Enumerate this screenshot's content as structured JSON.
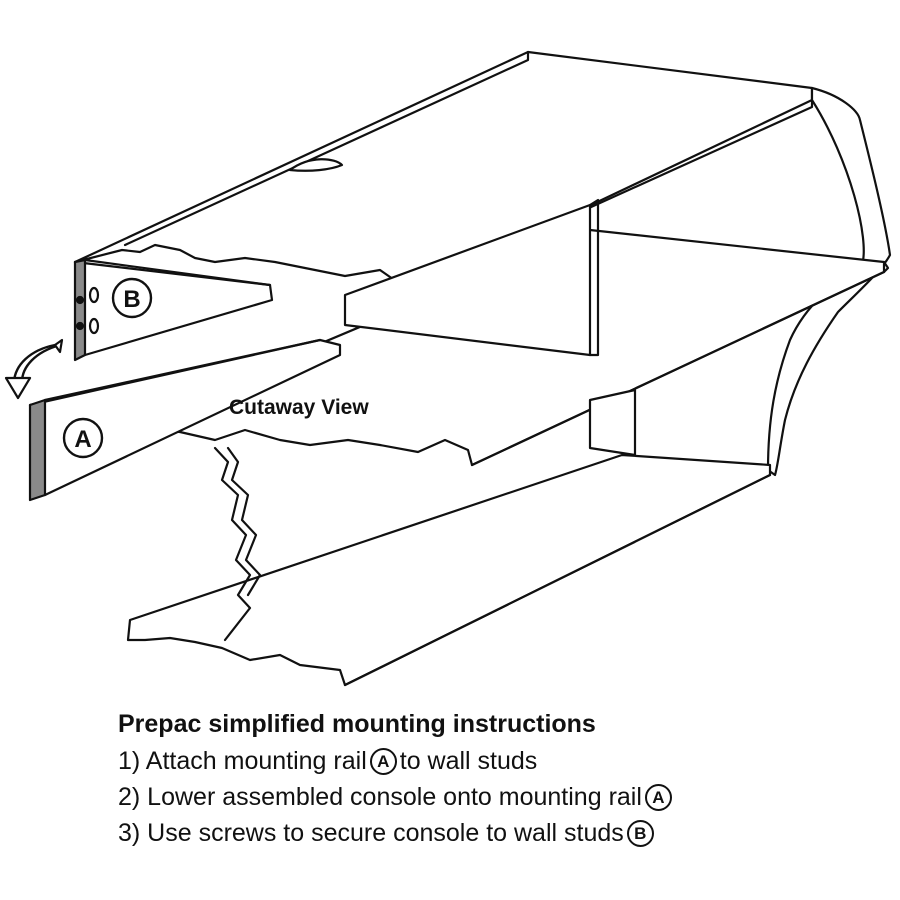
{
  "diagram": {
    "cutaway_label": "Cutaway View",
    "callout_a": "A",
    "callout_b": "B",
    "colors": {
      "line": "#111111",
      "fill": "#ffffff",
      "rail_edge": "#8a8a8a"
    }
  },
  "instructions": {
    "title": "Prepac simplified mounting instructions",
    "steps": [
      {
        "before": "1) Attach mounting rail",
        "badge": "A",
        "after": "to wall studs"
      },
      {
        "before": "2) Lower assembled console onto mounting rail",
        "badge": "A",
        "after": ""
      },
      {
        "before": "3) Use screws to secure console to wall studs",
        "badge": "B",
        "after": ""
      }
    ]
  }
}
